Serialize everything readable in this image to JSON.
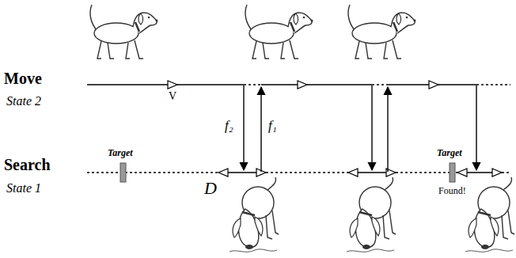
{
  "diagram": {
    "labels": [
      "Move",
      "State 2",
      "V",
      "f₂",
      "f₁",
      "Search",
      "Target",
      "State 1",
      "D",
      "Target",
      "Found!"
    ]
  }
}
